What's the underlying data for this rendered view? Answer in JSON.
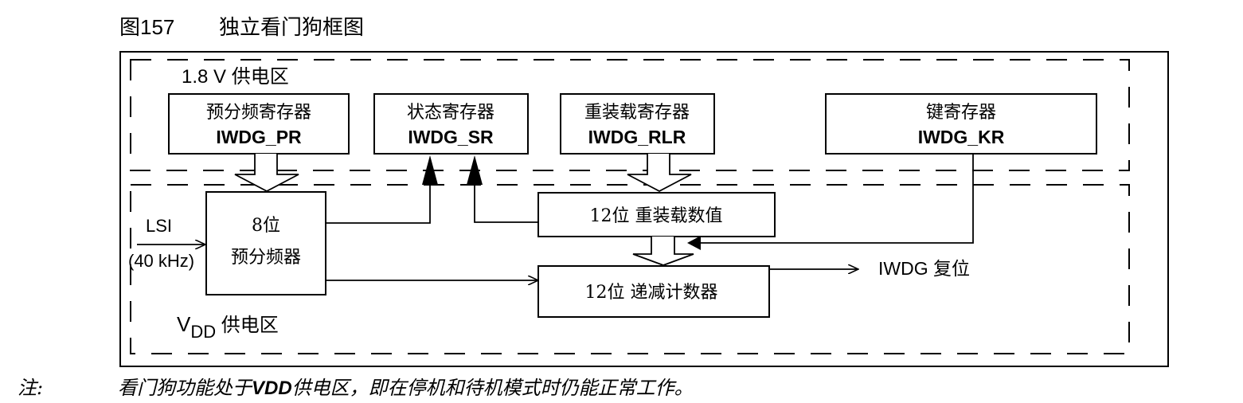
{
  "figure": {
    "number": "图157",
    "title": "独立看门狗框图"
  },
  "zones": {
    "low_voltage": {
      "label": "1.8 V 供电区"
    },
    "vdd": {
      "label_main": "V",
      "label_sub": "DD",
      "label_rest": " 供电区"
    }
  },
  "registers": [
    {
      "id": "pr",
      "name_cn": "预分频寄存器",
      "name_reg": "IWDG_PR"
    },
    {
      "id": "sr",
      "name_cn": "状态寄存器",
      "name_reg": "IWDG_SR"
    },
    {
      "id": "rlr",
      "name_cn": "重装载寄存器",
      "name_reg": "IWDG_RLR"
    },
    {
      "id": "kr",
      "name_cn": "键寄存器",
      "name_reg": "IWDG_KR"
    }
  ],
  "blocks": {
    "prescaler": {
      "line1": "8位",
      "line2": "预分频器"
    },
    "reload_value": {
      "label": "12位 重装载数值"
    },
    "down_counter": {
      "label": "12位 递减计数器"
    }
  },
  "signals": {
    "lsi_label": "LSI",
    "lsi_freq": "(40 kHz)",
    "reset_output": "IWDG 复位"
  },
  "note": {
    "prefix": "注:",
    "text_a": "看门狗功能处于",
    "text_b": "VDD",
    "text_c": "供电区，即在停机和待机模式时仍能正常工作。"
  }
}
